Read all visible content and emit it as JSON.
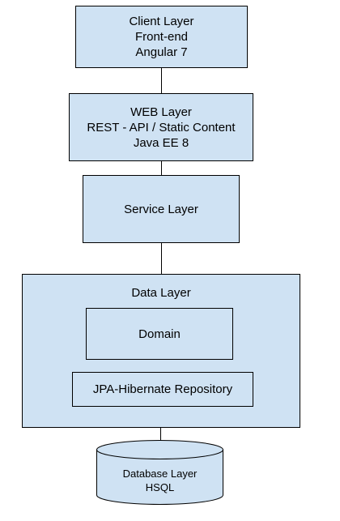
{
  "diagram": {
    "client_layer": [
      "Client Layer",
      "Front-end",
      "Angular 7"
    ],
    "web_layer": [
      "WEB Layer",
      "REST - API / Static Content",
      "Java EE 8"
    ],
    "service_layer": "Service Layer",
    "data_layer": {
      "title": "Data Layer",
      "domain": "Domain",
      "repository": "JPA-Hibernate Repository"
    },
    "database_layer": [
      "Database Layer",
      "HSQL"
    ]
  },
  "colors": {
    "box_fill": "#cfe2f3",
    "stroke": "#000000"
  }
}
